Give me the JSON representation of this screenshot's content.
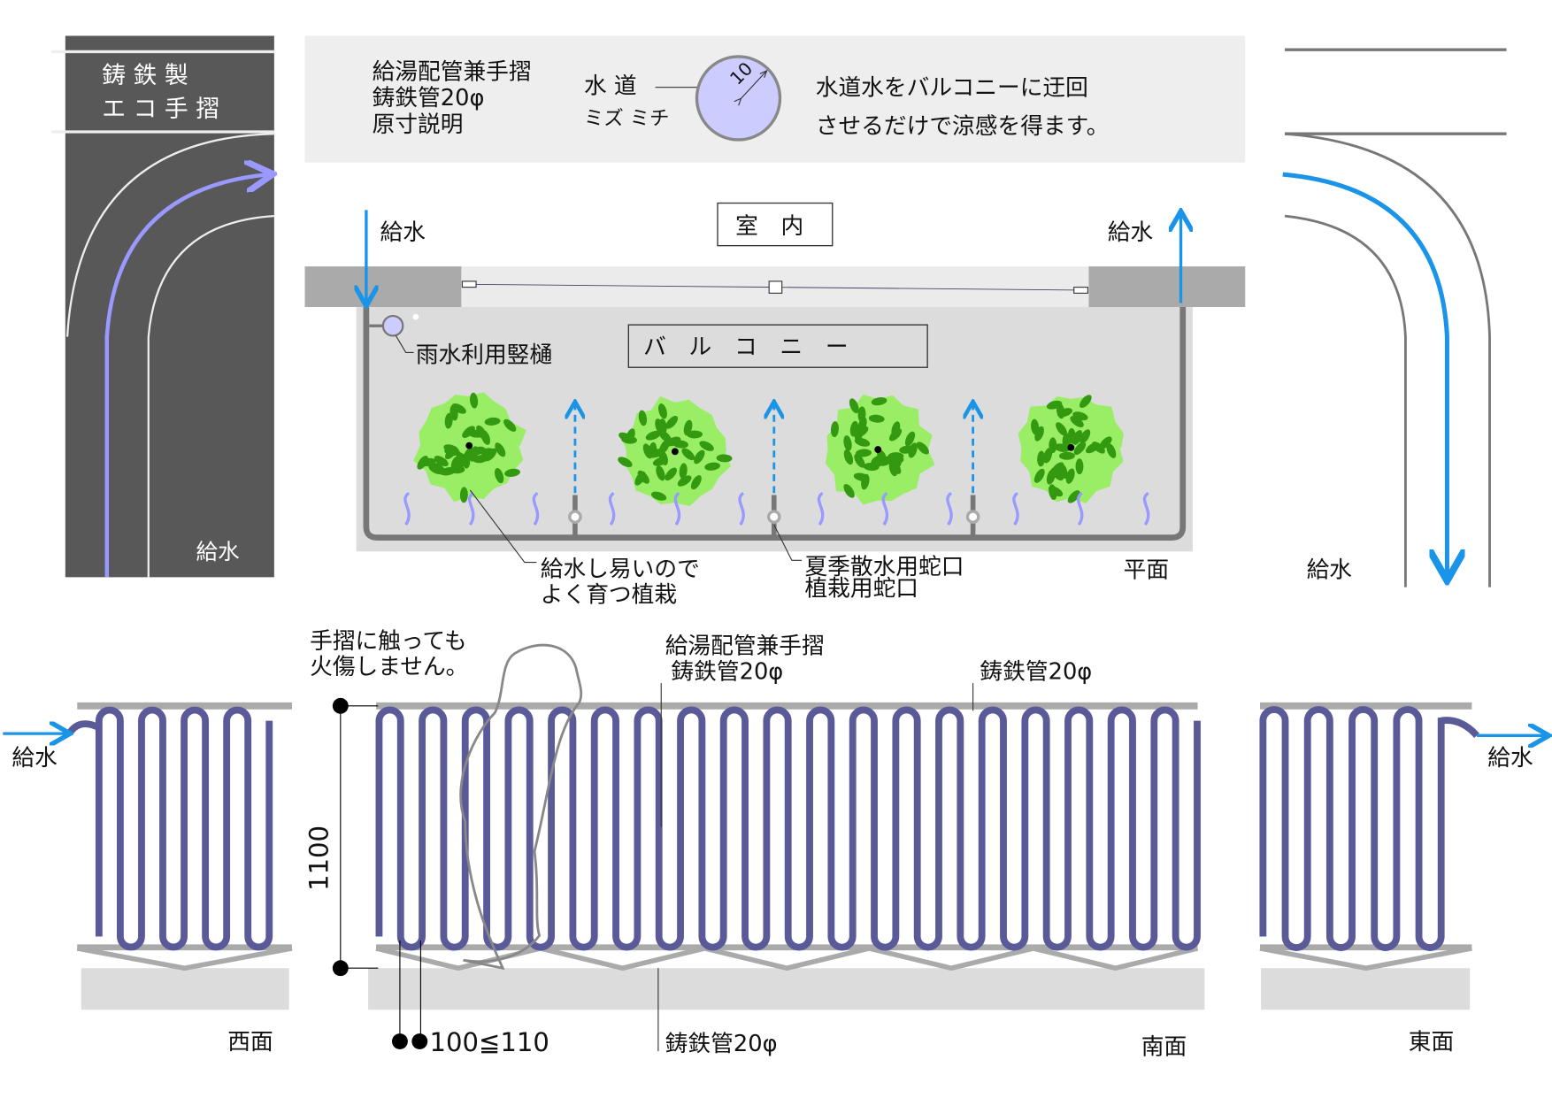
{
  "west_panel": {
    "title_line1": "鋳 鉄 製",
    "title_line2": "エ コ 手 摺",
    "supply_label": "給水"
  },
  "info_box": {
    "spec_lines": [
      "給湯配管兼手摺",
      "鋳鉄管20φ",
      "原寸説明"
    ],
    "waterway_label": "水 道",
    "waterway_reading": "ミズ ミチ",
    "diameter_label": "10",
    "description_lines": [
      "水道水をバルコニーに迂回",
      "させるだけで涼感を得ます。"
    ]
  },
  "plan": {
    "indoor_label": "室　内",
    "supply_in_label": "給水",
    "supply_out_label": "給水",
    "downspout_label": "雨水利用竪樋",
    "balcony_label": "バ　ル　コ　ニ　ー",
    "planting_note": [
      "給水し易いので",
      "よく育つ植栽"
    ],
    "faucet_note": [
      "夏季散水用蛇口",
      "植栽用蛇口"
    ],
    "view_label": "平面"
  },
  "east_panel": {
    "supply_label": "給水"
  },
  "elevation": {
    "safety_note": [
      "手摺に触っても",
      "火傷しません。"
    ],
    "pipe_note": [
      "給湯配管兼手摺",
      "鋳鉄管20φ"
    ],
    "top_pipe_label": "鋳鉄管20φ",
    "bottom_pipe_label": "鋳鉄管20φ",
    "height_dimension": "1100",
    "pitch_dimension": "100≦110",
    "west_label": "西面",
    "south_label": "南面",
    "east_label": "東面",
    "supply_in_label": "給水",
    "supply_out_label": "給水"
  },
  "colors": {
    "pipe": "#5a5a99",
    "water": "#1a94e8",
    "panel": "#585858",
    "plant_light": "#99ee66",
    "plant_dark": "#339911"
  }
}
